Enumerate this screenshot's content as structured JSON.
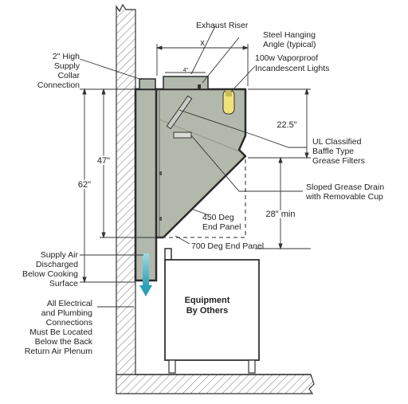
{
  "colors": {
    "hood_fill": "#b3b8ad",
    "hood_outline": "#2b2b2b",
    "hatch": "#8a8a8a",
    "supply_arrow": "#2a9fb5",
    "light_fill": "#f2e27a",
    "dashed": "#555555"
  },
  "labels": {
    "exhaust_riser": "Exhaust Riser",
    "hanging_angle_1": "Steel Hanging",
    "hanging_angle_2": "Angle (typical)",
    "supply_collar_1": "2\" High",
    "supply_collar_2": "Supply",
    "supply_collar_3": "Collar",
    "supply_collar_4": "Connection",
    "lights_1": "100w Vaporproof",
    "lights_2": "Incandescent Lights",
    "baffle_1": "UL Classified",
    "baffle_2": "Baffle Type",
    "baffle_3": "Grease Filters",
    "drain_1": "Sloped Grease Drain",
    "drain_2": "with Removable Cup",
    "panel450_1": "450 Deg",
    "panel450_2": "End Panel",
    "panel700": "700 Deg End Panel",
    "supply_air_1": "Supply Air",
    "supply_air_2": "Discharged",
    "supply_air_3": "Below Cooking",
    "supply_air_4": "Surface",
    "electrical_1": "All Electrical",
    "electrical_2": "and Plumbing",
    "electrical_3": "Connections",
    "electrical_4": "Must Be Located",
    "electrical_5": "Below the Back",
    "electrical_6": "Return Air Plenum",
    "equipment_1": "Equipment",
    "equipment_2": "By Others"
  },
  "dimensions": {
    "x": "x",
    "riser_size": "4\"",
    "d_22_5": "22.5\"",
    "d_47": "47\"",
    "d_62": "62\"",
    "d_28": "28\" min"
  }
}
